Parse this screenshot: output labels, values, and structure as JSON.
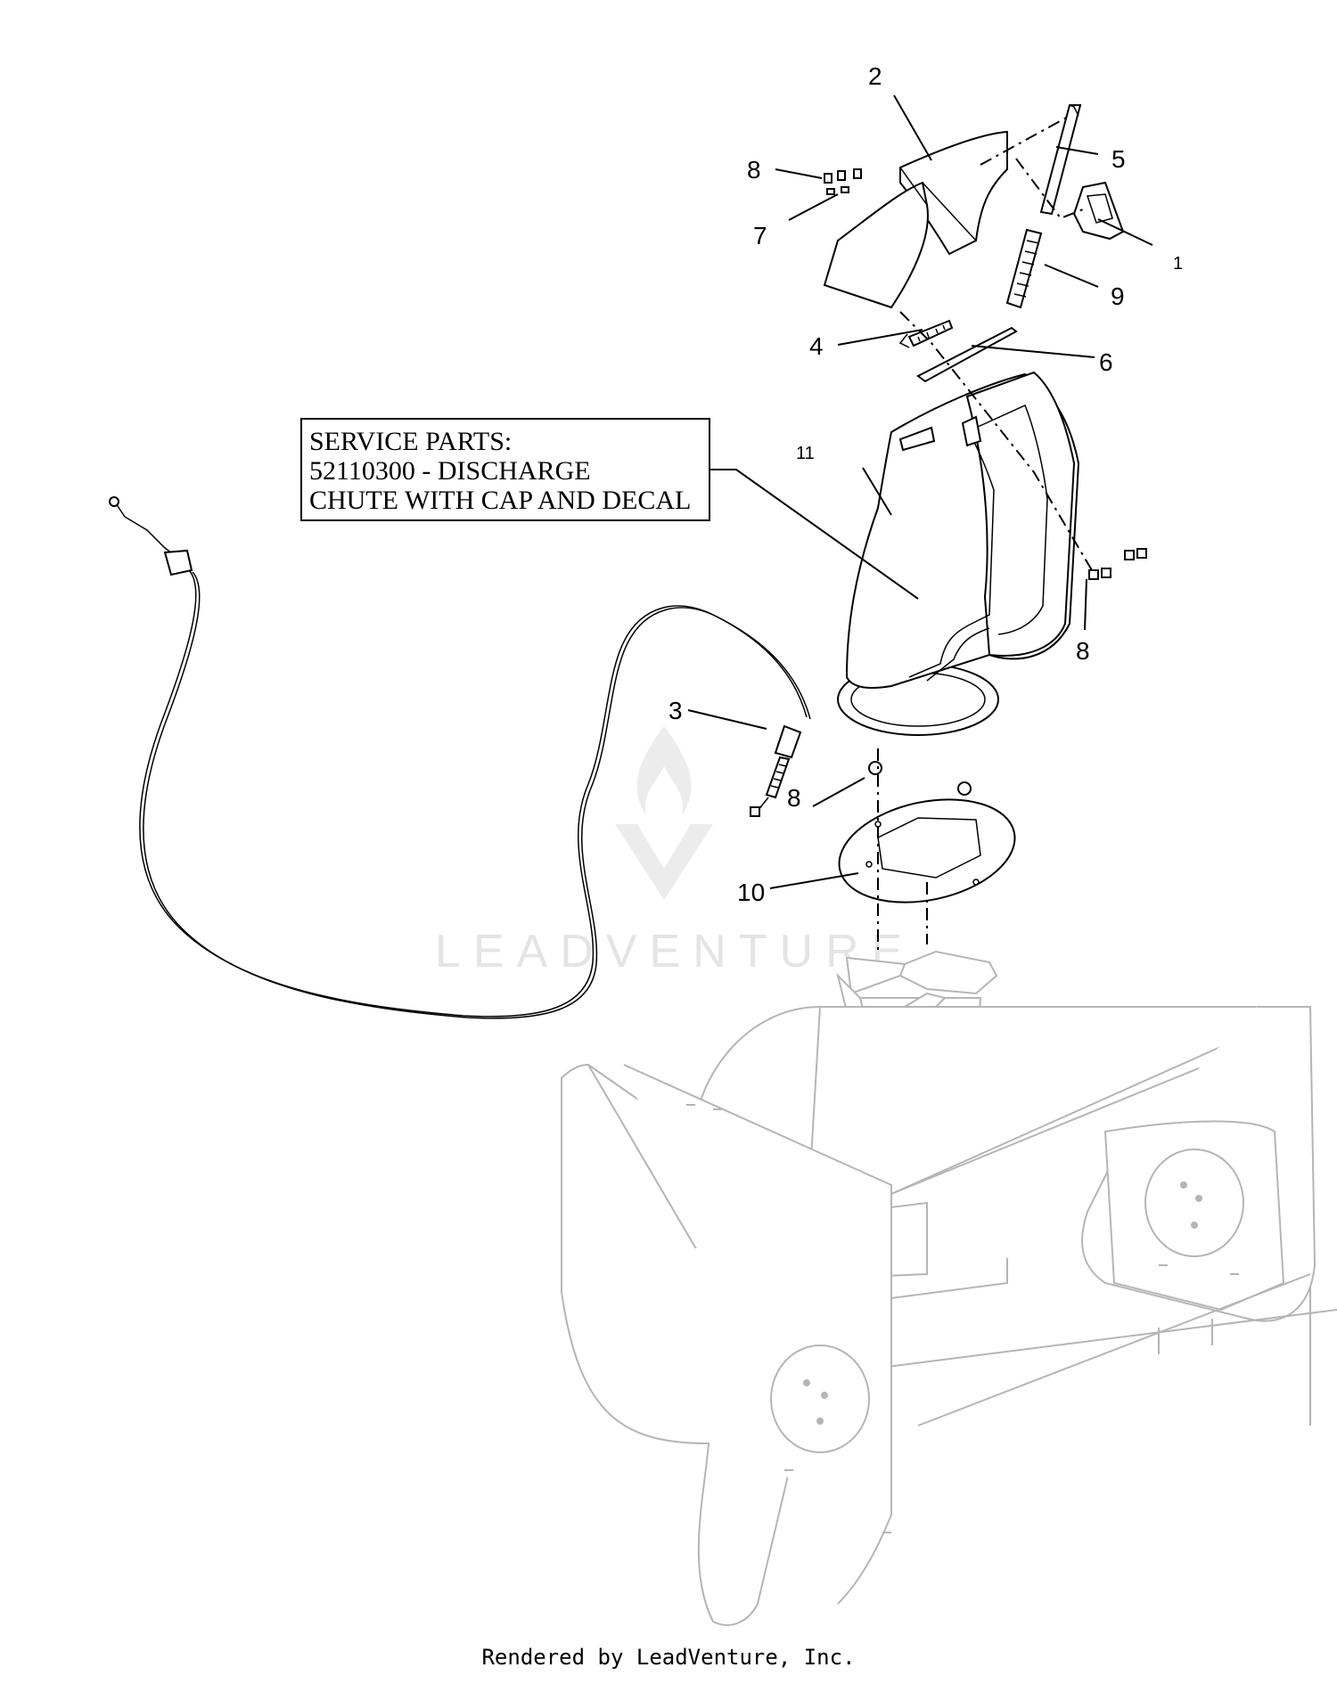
{
  "callouts": [
    {
      "id": "1",
      "label": "1"
    },
    {
      "id": "2",
      "label": "2"
    },
    {
      "id": "3",
      "label": "3"
    },
    {
      "id": "4",
      "label": "4"
    },
    {
      "id": "5",
      "label": "5"
    },
    {
      "id": "6",
      "label": "6"
    },
    {
      "id": "7",
      "label": "7"
    },
    {
      "id": "8a",
      "label": "8"
    },
    {
      "id": "8b",
      "label": "8"
    },
    {
      "id": "8c",
      "label": "8"
    },
    {
      "id": "9",
      "label": "9"
    },
    {
      "id": "10",
      "label": "10"
    },
    {
      "id": "11",
      "label": "11"
    }
  ],
  "service_box": {
    "line1": "SERVICE PARTS:",
    "line2": "52110300 - DISCHARGE",
    "line3": "CHUTE WITH CAP AND DECAL"
  },
  "watermark": {
    "text": "LEADVENTURE"
  },
  "footer": {
    "text": "Rendered by LeadVenture, Inc."
  },
  "colors": {
    "line": "#000000",
    "ghost": "#b5b5b5",
    "watermark": "#e4e4e4"
  }
}
